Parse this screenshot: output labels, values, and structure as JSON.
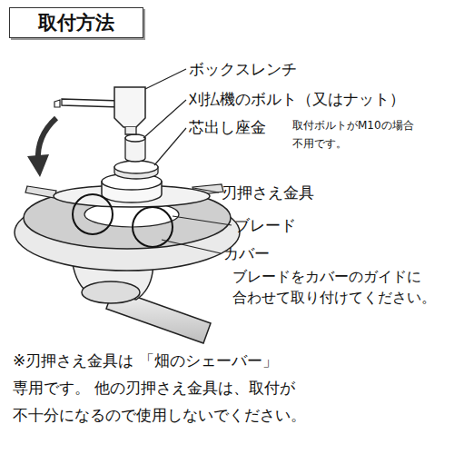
{
  "diagram": {
    "title": "取付方法",
    "labels": [
      "ボックスレンチ",
      "刈払機のボルト（又はナット）",
      "芯出し座金",
      "取付ボルトがM10の場合 不用です。",
      "刃押さえ金具",
      "ブレード",
      "カバー",
      "ブレードをカバーのガイドに 合わせて取り付けてください。",
      "※刃押さえ金具は 「畑のシェーバー」専用です。 他の刃押さえ金具は、取付が 不十分になるので使用しないでください。"
    ]
  }
}
